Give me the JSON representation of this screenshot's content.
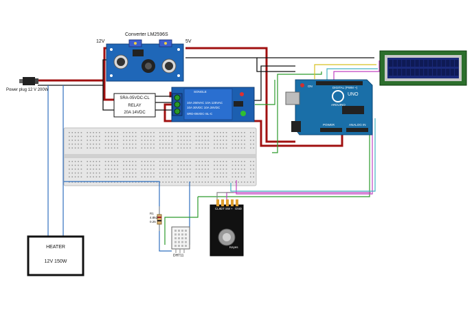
{
  "labels": {
    "converter": "Converter LM2596S",
    "v12": "12V",
    "v5": "5V",
    "power_plug": "Power plug 12 V 200W",
    "relay_line1": "SRA-05VDC-CL",
    "relay_line2": "RELAY",
    "relay_line3": "20A 14VDC",
    "relay_module_top": "SONGLE",
    "relay_module_l1": "10A 250VAC 10A 125VAC",
    "relay_module_l2": "10A 30VDC  10A 28VDC",
    "relay_module_l3": "SRD-05VDC-SL-C",
    "heater_line1": "HEATER",
    "heater_line2": "12V 150W",
    "resistor_l1": "R1",
    "resistor_l2": "4.8kΩ",
    "resistor_l3": "0.25",
    "dht": "DHT11",
    "arduino_brand": "ARDUINO",
    "arduino_model": "UNO",
    "arduino_digital": "DIGITAL (PWM ~)",
    "arduino_power": "POWER",
    "arduino_analog": "ANALOG IN",
    "arduino_onoff": "ON",
    "encoder_pins": [
      "CLK",
      "DT",
      "SW",
      "+",
      "GND"
    ],
    "encoder_brand": "Keyes"
  },
  "colors": {
    "red_wire": "#a01010",
    "black_wire": "#111111",
    "blue_wire": "#2f6fbf",
    "green_wire": "#2a9a2a",
    "yellow_wire": "#d8c020",
    "magenta_wire": "#c040c0",
    "cyan_wire": "#40b0c0",
    "arduino_body": "#1a6fa8",
    "lcd_body": "#2c6f2c",
    "lcd_screen": "#1a2a7a",
    "relay_board": "#1c5fb0"
  }
}
